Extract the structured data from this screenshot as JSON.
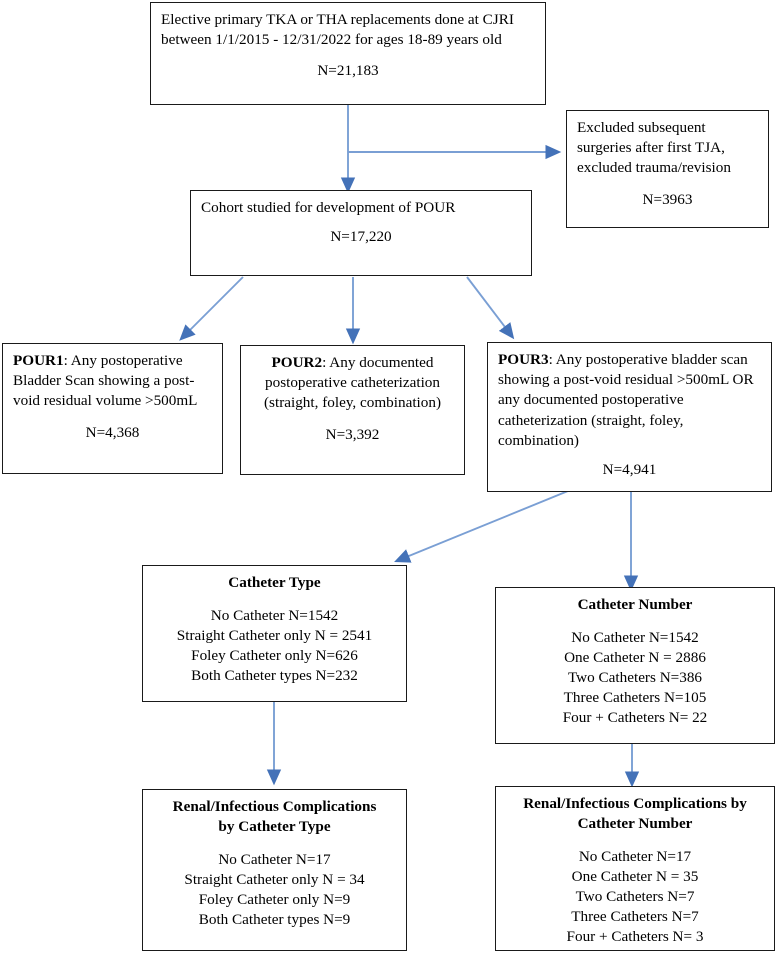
{
  "flowchart": {
    "title": "POUR cohort selection flow diagram",
    "arrow_color": "#7a9fd4",
    "arrowhead_color": "#4472b8",
    "box_border_color": "#1a1a1a",
    "nodes": {
      "source_cohort": {
        "text": "Elective primary TKA or THA replacements done at CJRI between 1/1/2015 - 12/31/2022 for ages 18-89 years old",
        "n": "N=21,183"
      },
      "excluded": {
        "text": "Excluded subsequent surgeries after first TJA, excluded trauma/revision",
        "n": "N=3963"
      },
      "studied_cohort": {
        "text": "Cohort studied for development of POUR",
        "n": "N=17,220"
      },
      "pour1": {
        "label": "POUR1",
        "text": ": Any postoperative Bladder Scan showing a post-void residual volume >500mL",
        "n": "N=4,368"
      },
      "pour2": {
        "label": "POUR2",
        "text": ": Any documented postoperative catheterization (straight, foley, combination)",
        "n": "N=3,392"
      },
      "pour3": {
        "label": "POUR3",
        "text": ": Any postoperative bladder scan showing a post-void residual >500mL OR any documented postoperative catheterization (straight, foley, combination)",
        "n": "N=4,941"
      },
      "catheter_type": {
        "heading": "Catheter Type",
        "rows": [
          "No Catheter N=1542",
          "Straight Catheter only N = 2541",
          "Foley Catheter only N=626",
          "Both Catheter types N=232"
        ]
      },
      "catheter_number": {
        "heading": "Catheter Number",
        "rows": [
          "No Catheter N=1542",
          "One Catheter N = 2886",
          "Two Catheters N=386",
          "Three Catheters N=105",
          "Four + Catheters N= 22"
        ]
      },
      "complications_by_type": {
        "heading_line1": "Renal/Infectious Complications",
        "heading_line2": "by Catheter Type",
        "rows": [
          "No Catheter N=17",
          "Straight Catheter only N = 34",
          "Foley Catheter only N=9",
          "Both Catheter types N=9"
        ]
      },
      "complications_by_number": {
        "heading_line1": "Renal/Infectious Complications by",
        "heading_line2": "Catheter Number",
        "rows": [
          "No Catheter N=17",
          "One Catheter N = 35",
          "Two Catheters N=7",
          "Three Catheters N=7",
          "Four + Catheters N= 3"
        ]
      }
    }
  }
}
